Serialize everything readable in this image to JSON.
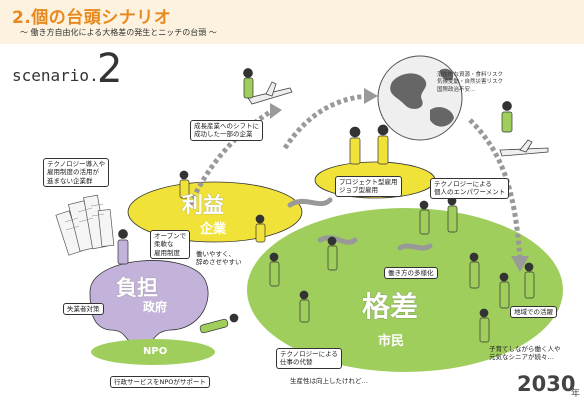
{
  "header": {
    "title": "2.個の台頭シナリオ",
    "subtitle": "〜 働き方自由化による大格差の発生とニッチの台頭 〜"
  },
  "scenario": {
    "word": "scenario.",
    "number": "2"
  },
  "regions": {
    "profit": "利益",
    "company": "企業",
    "burden": "負担",
    "government": "政府",
    "disparity": "格差",
    "citizens": "市民",
    "npo": "NPO"
  },
  "labels": {
    "tech_slow": "テクノロジー導入や\n雇用制度の活用が\n進まない企業群",
    "growth": "成長産業へのシフトに\n成功した一部の企業",
    "project": "プロジェクト型雇用\nジョブ型雇用",
    "empower": "テクノロジーによる\n個人のエンパワーメント",
    "open": "オープンで\n柔軟な\n雇用制度",
    "work_easy": "働いやすく、\n辞めさせやすい",
    "unemploy": "失業者対策",
    "diverse": "働き方の多様化",
    "local": "地域での活躍",
    "senior": "子育てしながら働く人や\n元気なシニアが続々…",
    "tech_replace": "テクノロジーによる\n仕事の代替",
    "productivity": "生産性は向上したけれど…",
    "npo_support": "行政サービスをNPOがサポート",
    "risks": "潜在的な資源・食料リスク\n気候変動・自然災害リスク\n国際政治不安…"
  },
  "year": {
    "value": "2030",
    "unit": "年"
  },
  "colors": {
    "accent": "#e8891d",
    "yellow": "#f1e23a",
    "green": "#9fce5c",
    "purple": "#c3b2d9",
    "gray": "#9a9a9a",
    "header_bg": "#fdf2e0"
  }
}
